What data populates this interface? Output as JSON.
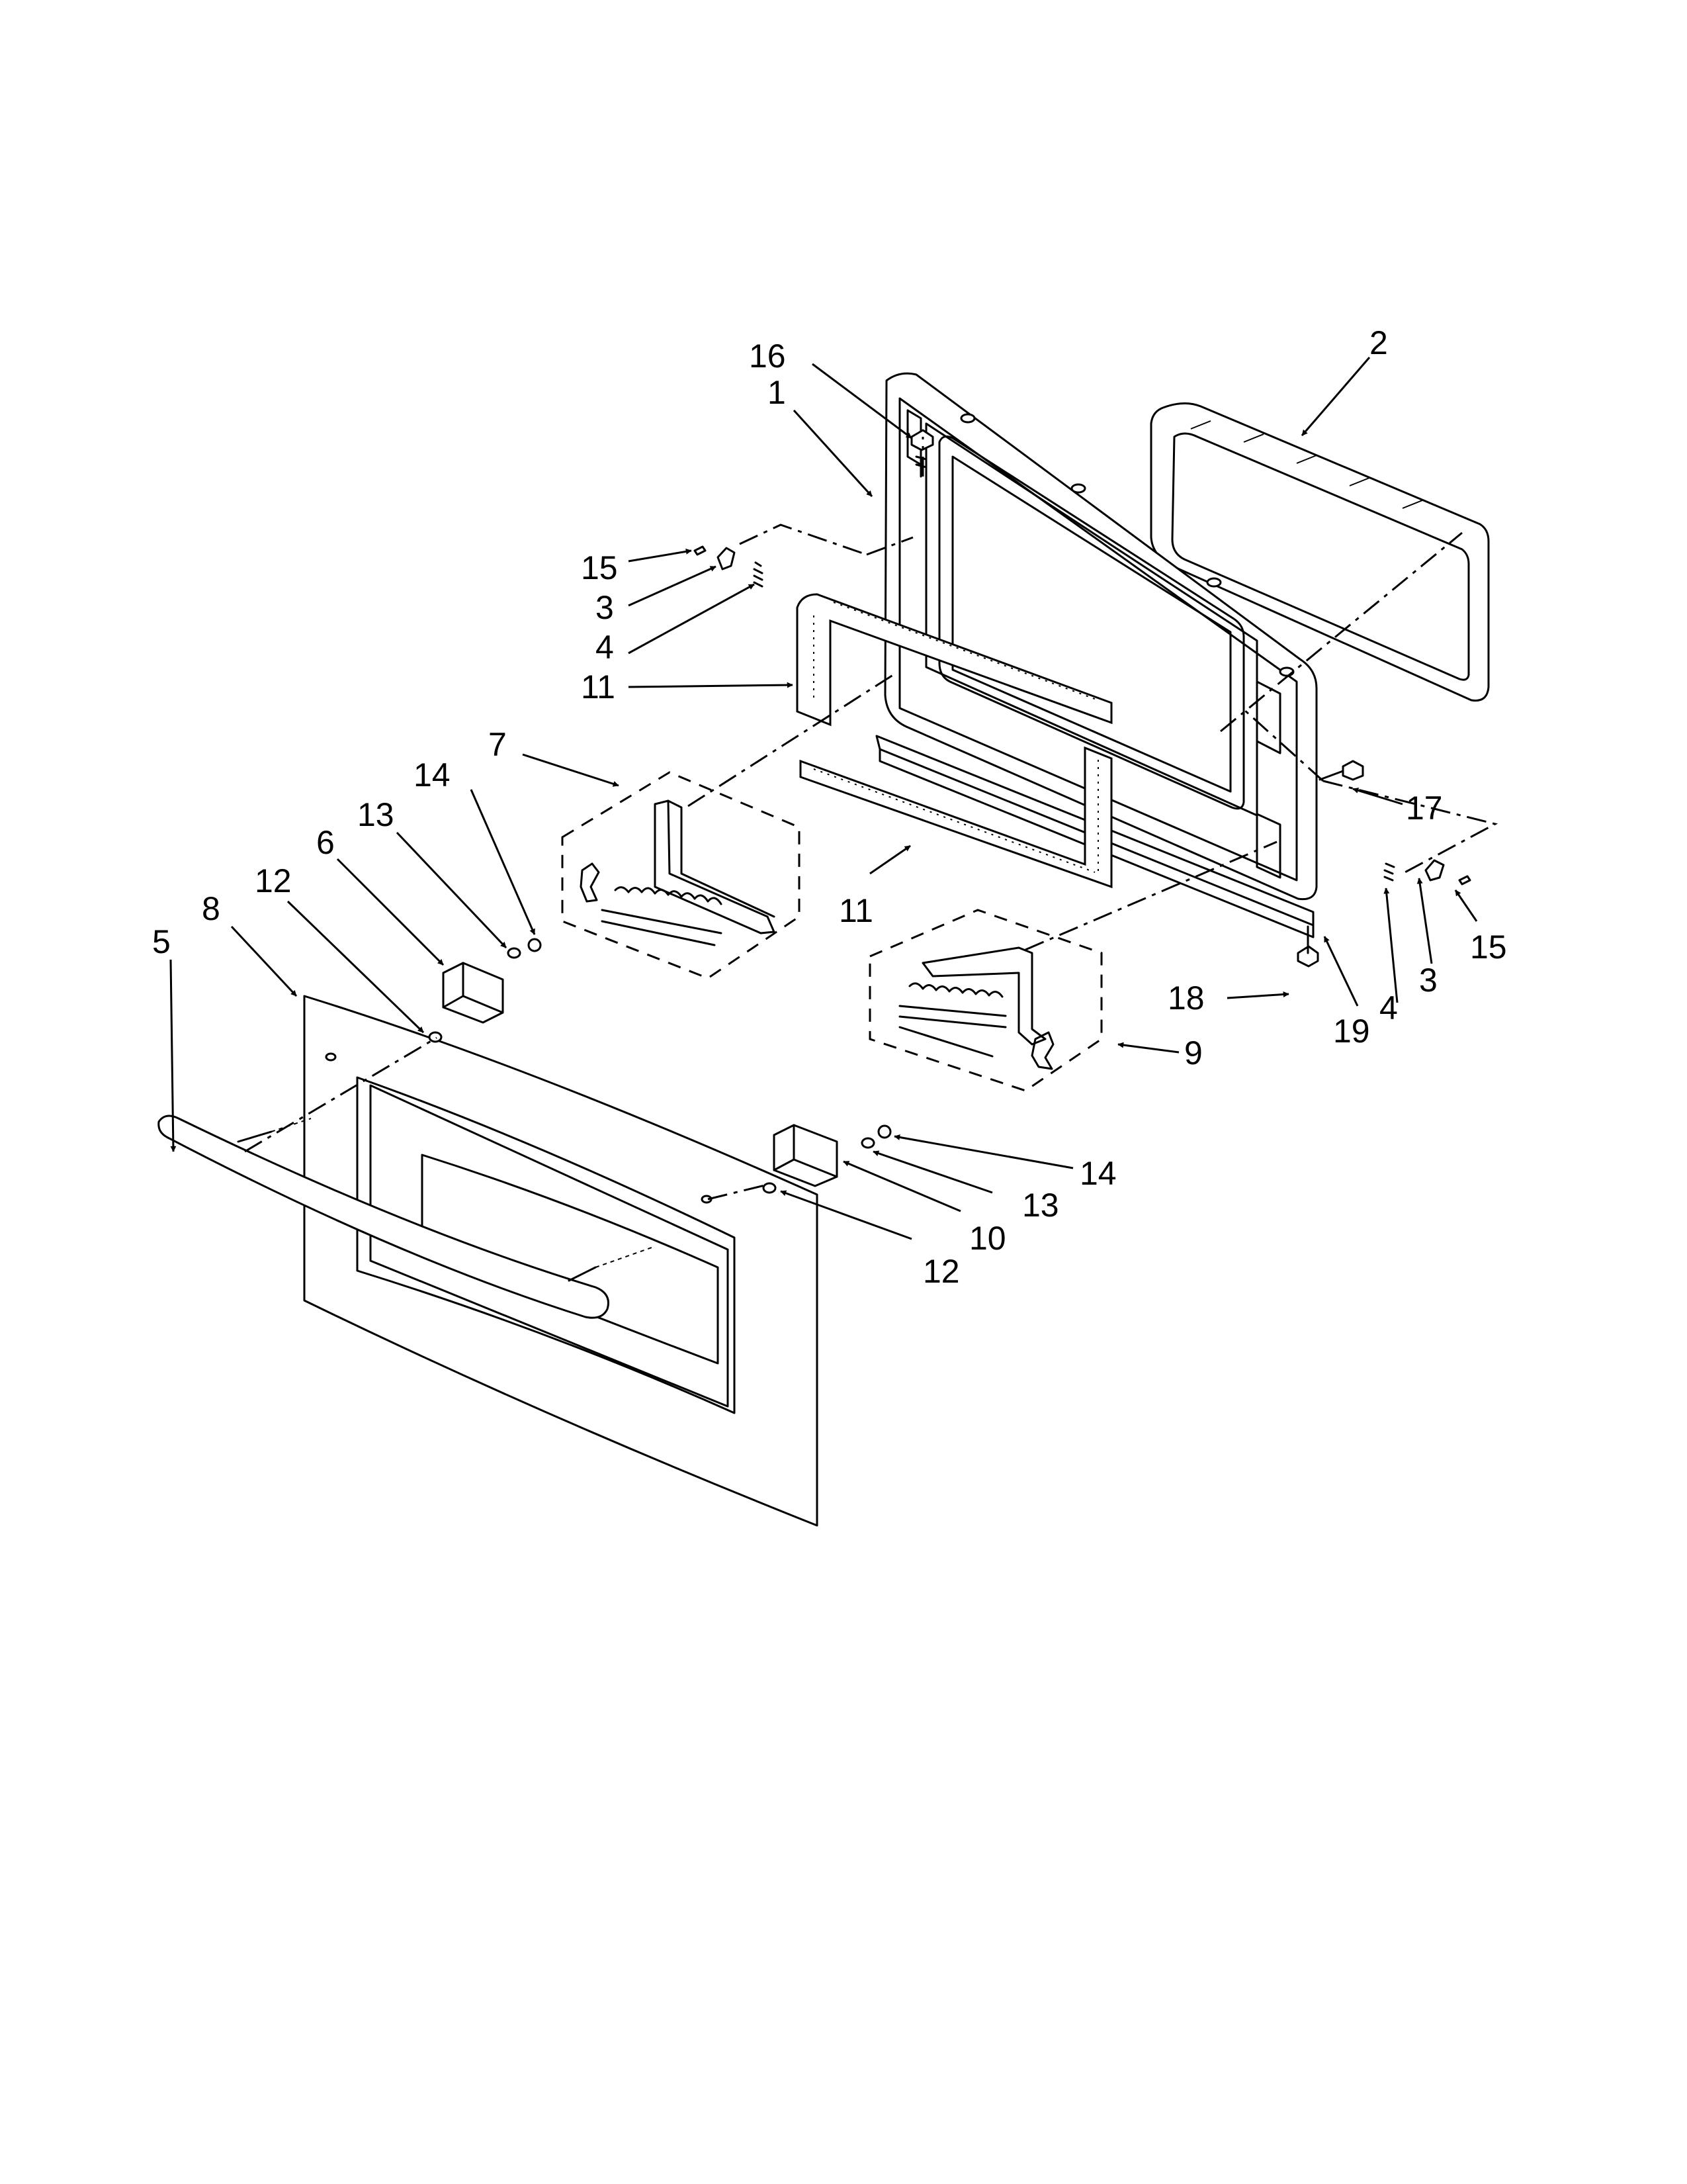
{
  "callouts": {
    "c16": "16",
    "c1": "1",
    "c2": "2",
    "c15a": "15",
    "c3a": "3",
    "c4a": "4",
    "c11a": "11",
    "c7": "7",
    "c14a": "14",
    "c13a": "13",
    "c6": "6",
    "c12a": "12",
    "c8": "8",
    "c5": "5",
    "c11b": "11",
    "c17": "17",
    "c15b": "15",
    "c3b": "3",
    "c4b": "4",
    "c18": "18",
    "c19": "19",
    "c9": "9",
    "c14b": "14",
    "c13b": "13",
    "c10": "10",
    "c12b": "12"
  },
  "icons": {
    "arrowhead": "arrowhead-icon",
    "screw": "screw-icon"
  }
}
